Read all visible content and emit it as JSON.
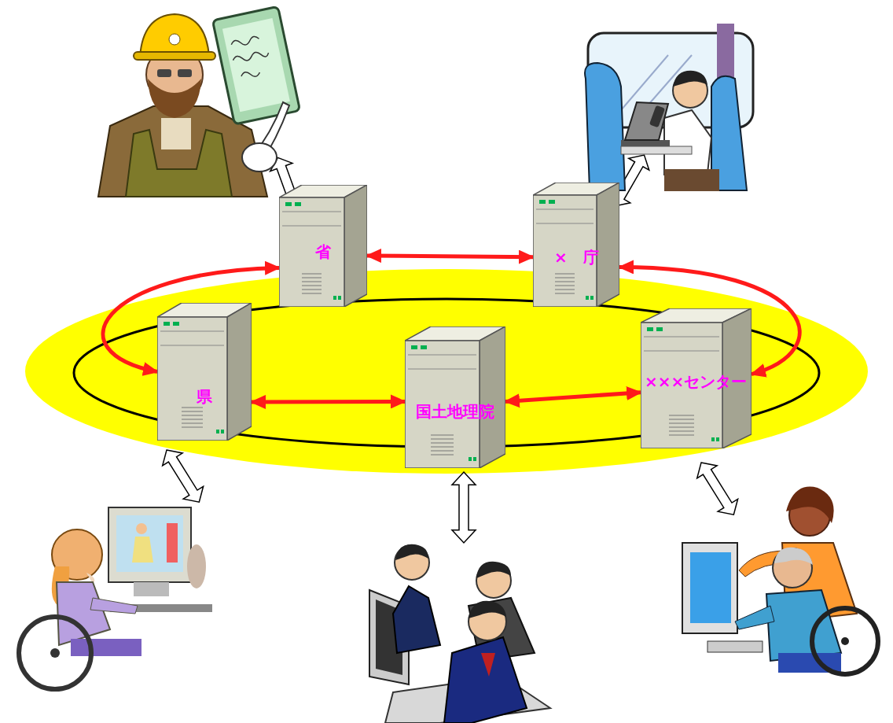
{
  "diagram": {
    "nodes": [
      {
        "text": [
          "省"
        ]
      },
      {
        "text": [
          "×　庁"
        ]
      },
      {
        "text": [
          "県"
        ]
      },
      {
        "text": [
          "国土地理院"
        ]
      },
      {
        "text": [
          "×××センター"
        ]
      }
    ],
    "edges": [
      {
        "from": 0,
        "to": 1,
        "arrow": "both"
      },
      {
        "from": 0,
        "to": 2,
        "arrow": "both"
      },
      {
        "from": 2,
        "to": 3,
        "arrow": "both"
      },
      {
        "from": 3,
        "to": 4,
        "arrow": "both"
      },
      {
        "from": 1,
        "to": 4,
        "arrow": "both"
      }
    ]
  }
}
